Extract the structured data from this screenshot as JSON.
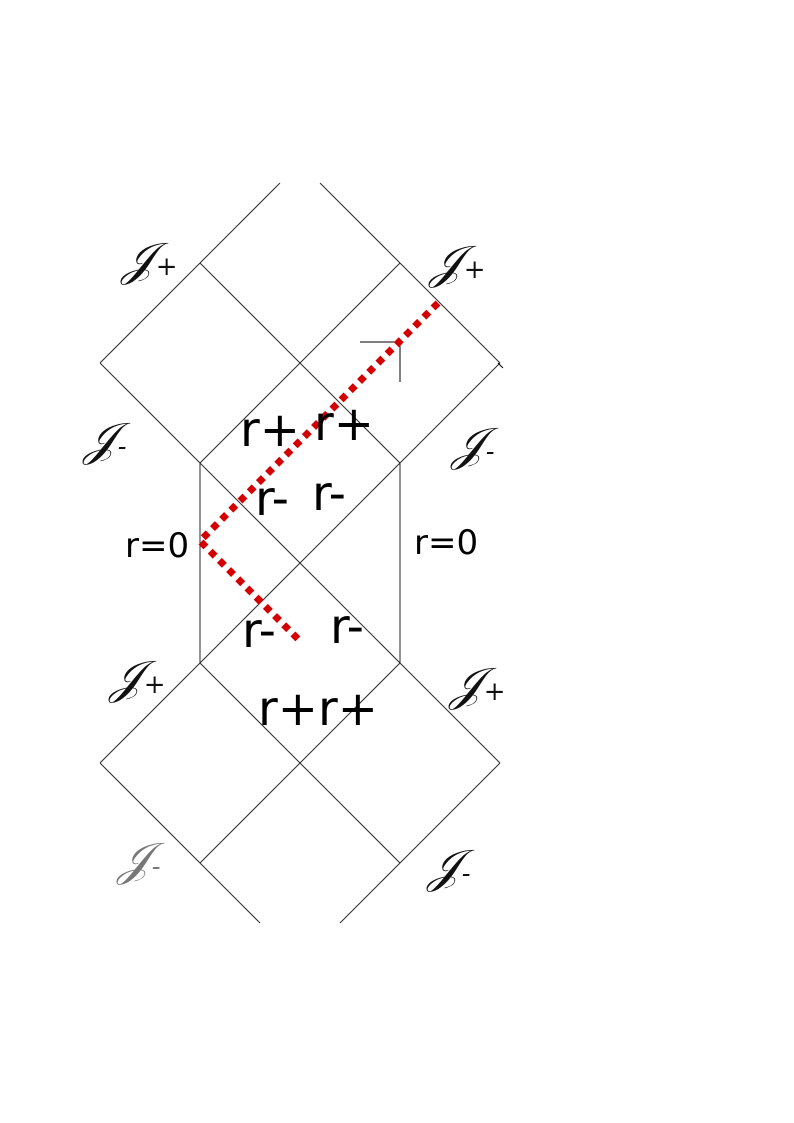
{
  "colors": {
    "grid_line": "#2a2a2a",
    "trajectory": "#d40000",
    "label": "#000000"
  },
  "scri_symbol": "𝒥",
  "scri_labels": [
    {
      "id": "top-left",
      "sub": "+"
    },
    {
      "id": "top-right",
      "sub": "+"
    },
    {
      "id": "upper-mid-left",
      "sub": "-"
    },
    {
      "id": "upper-mid-right",
      "sub": "-"
    },
    {
      "id": "lower-mid-left",
      "sub": "+"
    },
    {
      "id": "lower-mid-right",
      "sub": "+"
    },
    {
      "id": "bottom-left",
      "sub": "-"
    },
    {
      "id": "bottom-right",
      "sub": "-"
    }
  ],
  "region_labels": {
    "upper_left_rplus": "r+",
    "upper_right_rplus": "r+",
    "upper_left_rminus": "r-",
    "upper_right_rminus": "r-",
    "lower_left_rminus": "r-",
    "lower_right_rminus": "r-",
    "lower_left_rplus": "r+",
    "lower_right_rplus": "r+"
  },
  "boundary_labels": {
    "left_r0": "r=0",
    "right_r0": "r=0"
  }
}
